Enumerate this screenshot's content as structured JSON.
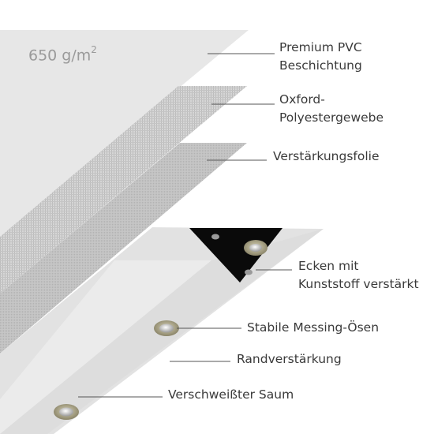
{
  "weight": {
    "value": "650 g/m",
    "unit_exp": "2"
  },
  "labels": {
    "pvc": {
      "line1": "Premium PVC",
      "line2": "Beschichtung"
    },
    "oxford": {
      "line1": "Oxford-",
      "line2": "Polyestergewebe"
    },
    "folie": "Verstärkungsfolie",
    "ecken": {
      "line1": "Ecken mit",
      "line2": "Kunststoff verstärkt"
    },
    "oesen": "Stabile Messing-Ösen",
    "rand": "Randverstärkung",
    "saum": "Verschweißter Saum"
  },
  "colors": {
    "pvc_layer": "#e6e6e6",
    "fabric_layer": "#d2d2d2",
    "foil_layer": "#c2c2c2",
    "tarp": "#e4e4e4",
    "corner": "#0a0a0a",
    "grommet": "#a59f82",
    "leader_line": "#555555",
    "text": "#3a3a3a"
  }
}
